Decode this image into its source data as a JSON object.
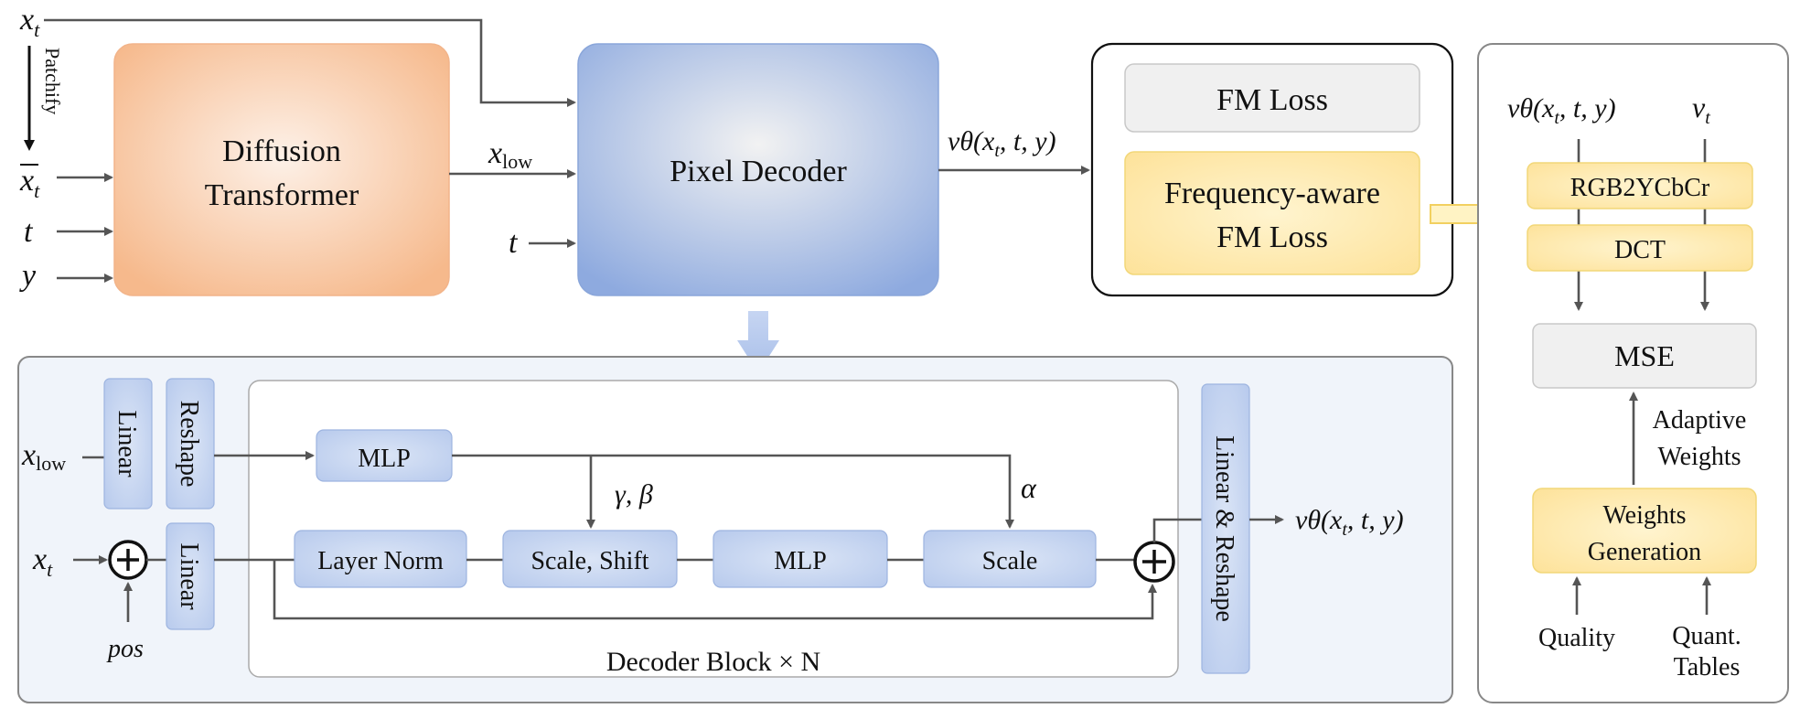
{
  "top": {
    "input_xt": "x",
    "input_xt_sub": "t",
    "patchify": "Patchify",
    "input_xbar": "x",
    "input_xbar_sub": "t",
    "input_t": "t",
    "input_y": "y",
    "dit_line1": "Diffusion",
    "dit_line2": "Transformer",
    "x_low": "x",
    "x_low_sub": "low",
    "decoder_t": "t",
    "pixel_decoder": "Pixel Decoder",
    "v_out": "vθ(x",
    "v_out_sub": "t",
    "v_out_tail": ", t, y)"
  },
  "loss": {
    "fm_loss": "FM Loss",
    "freq_line1": "Frequency-aware",
    "freq_line2": "FM Loss"
  },
  "freq_panel": {
    "v_pred": "vθ(x",
    "v_pred_sub": "t",
    "v_pred_tail": ", t, y)",
    "v_t": "v",
    "v_t_sub": "t",
    "rgb2ycbcr": "RGB2YCbCr",
    "dct": "DCT",
    "mse": "MSE",
    "adaptive_line1": "Adaptive",
    "adaptive_line2": "Weights",
    "weights_gen_line1": "Weights",
    "weights_gen_line2": "Generation",
    "quality": "Quality",
    "quant_line1": "Quant.",
    "quant_line2": "Tables"
  },
  "decoder_detail": {
    "x_low": "x",
    "x_low_sub": "low",
    "linear_top": "Linear",
    "reshape": "Reshape",
    "x_t": "x",
    "x_t_sub": "t",
    "pos": "pos",
    "linear_bottom": "Linear",
    "mlp_top": "MLP",
    "gamma_beta": "γ, β",
    "alpha": "α",
    "layer_norm": "Layer Norm",
    "scale_shift": "Scale, Shift",
    "mlp_mid": "MLP",
    "scale": "Scale",
    "linear_reshape": "Linear & Reshape",
    "block_label": "Decoder Block × N",
    "v_out": "vθ(x",
    "v_out_sub": "t",
    "v_out_tail": ", t, y)"
  },
  "colors": {
    "dit_fill": "#f8c9a6",
    "decoder_fill": "#a7bde6",
    "light_blue_box": "#c2d3f0",
    "yellow_box": "#fde7a0",
    "gray_box": "#eeeeee",
    "panel_fill": "#f0f4fa",
    "line": "#555555"
  }
}
